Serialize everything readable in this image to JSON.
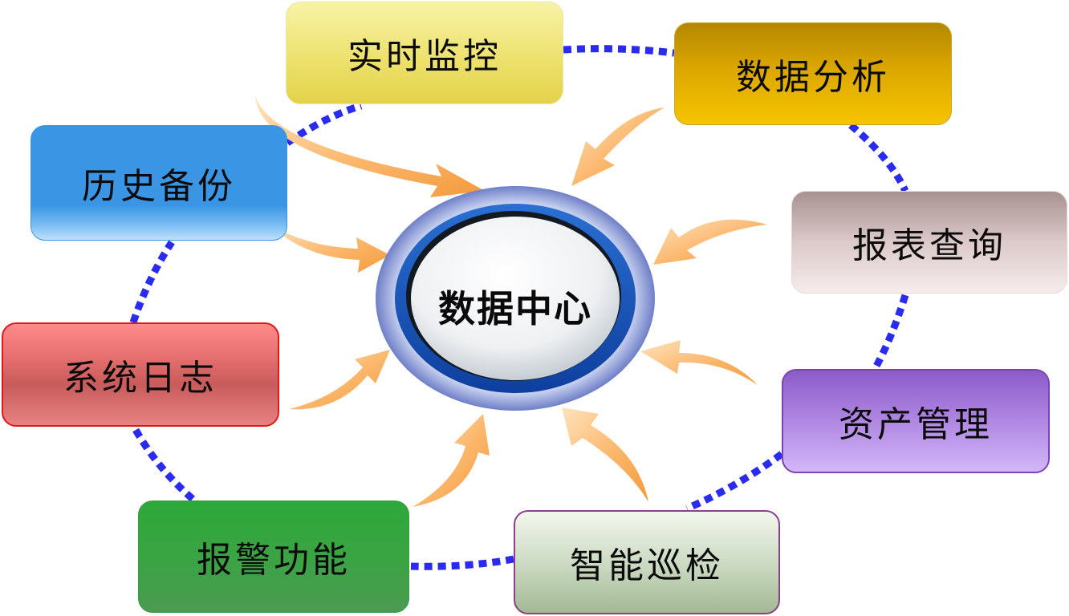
{
  "center": {
    "label": "数据中心"
  },
  "nodes": [
    {
      "key": "realtime-monitor",
      "label": "实时监控"
    },
    {
      "key": "data-analysis",
      "label": "数据分析"
    },
    {
      "key": "report-query",
      "label": "报表查询"
    },
    {
      "key": "asset-management",
      "label": "资产管理"
    },
    {
      "key": "smart-inspection",
      "label": "智能巡检"
    },
    {
      "key": "alarm-function",
      "label": "报警功能"
    },
    {
      "key": "system-log",
      "label": "系统日志"
    },
    {
      "key": "history-backup",
      "label": "历史备份"
    }
  ],
  "colors": {
    "dotted_ring": "#2b2bf0",
    "arrow_fill": "#f8b060",
    "center_ring": "#1d5fc4"
  }
}
